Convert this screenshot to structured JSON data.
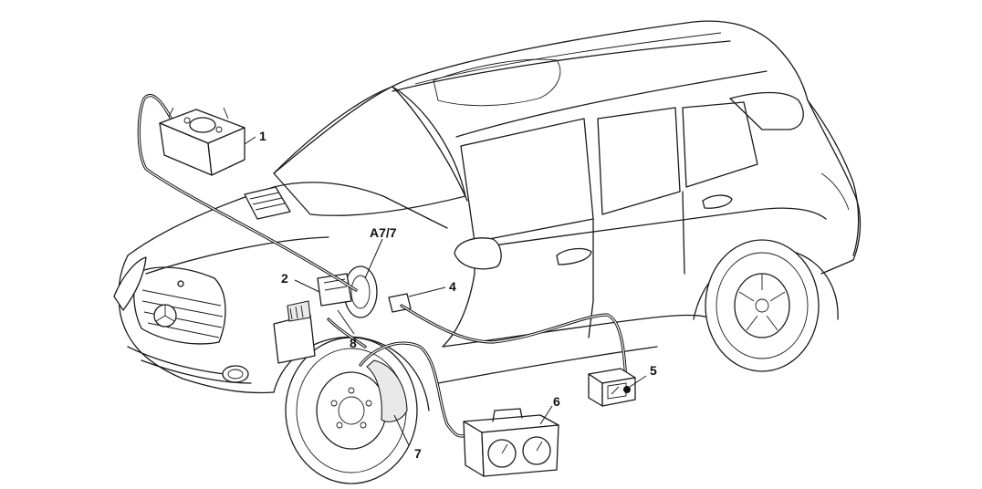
{
  "callouts": {
    "c1": "1",
    "c2": "2",
    "c4": "4",
    "c5": "5",
    "c6": "6",
    "c7": "7",
    "c8": "8",
    "a77": "A7/7"
  }
}
